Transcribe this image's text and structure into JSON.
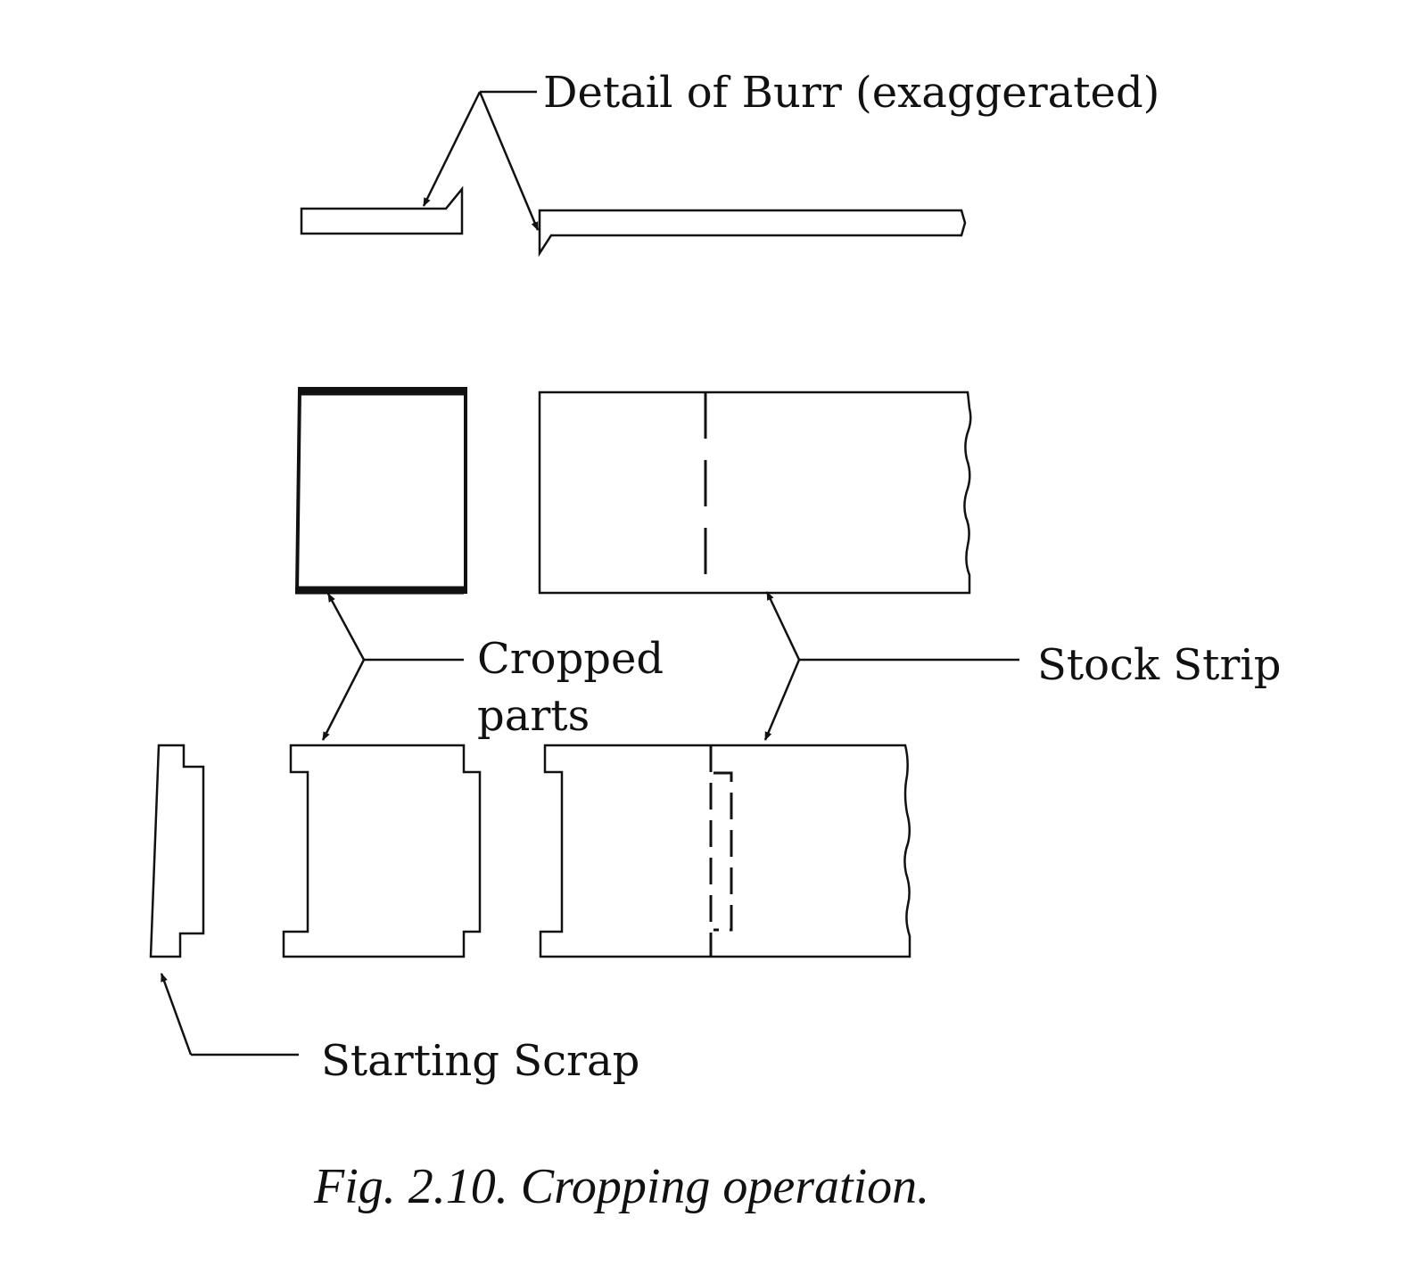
{
  "labels": {
    "burr": "Detail of Burr (exaggerated)",
    "cropped_line1": "Cropped",
    "cropped_line2": "parts",
    "stock_strip": "Stock Strip",
    "starting_scrap": "Starting Scrap"
  },
  "caption": "Fig. 2.10. Cropping operation.",
  "colors": {
    "ink": "#111111",
    "paper": "#ffffff"
  }
}
